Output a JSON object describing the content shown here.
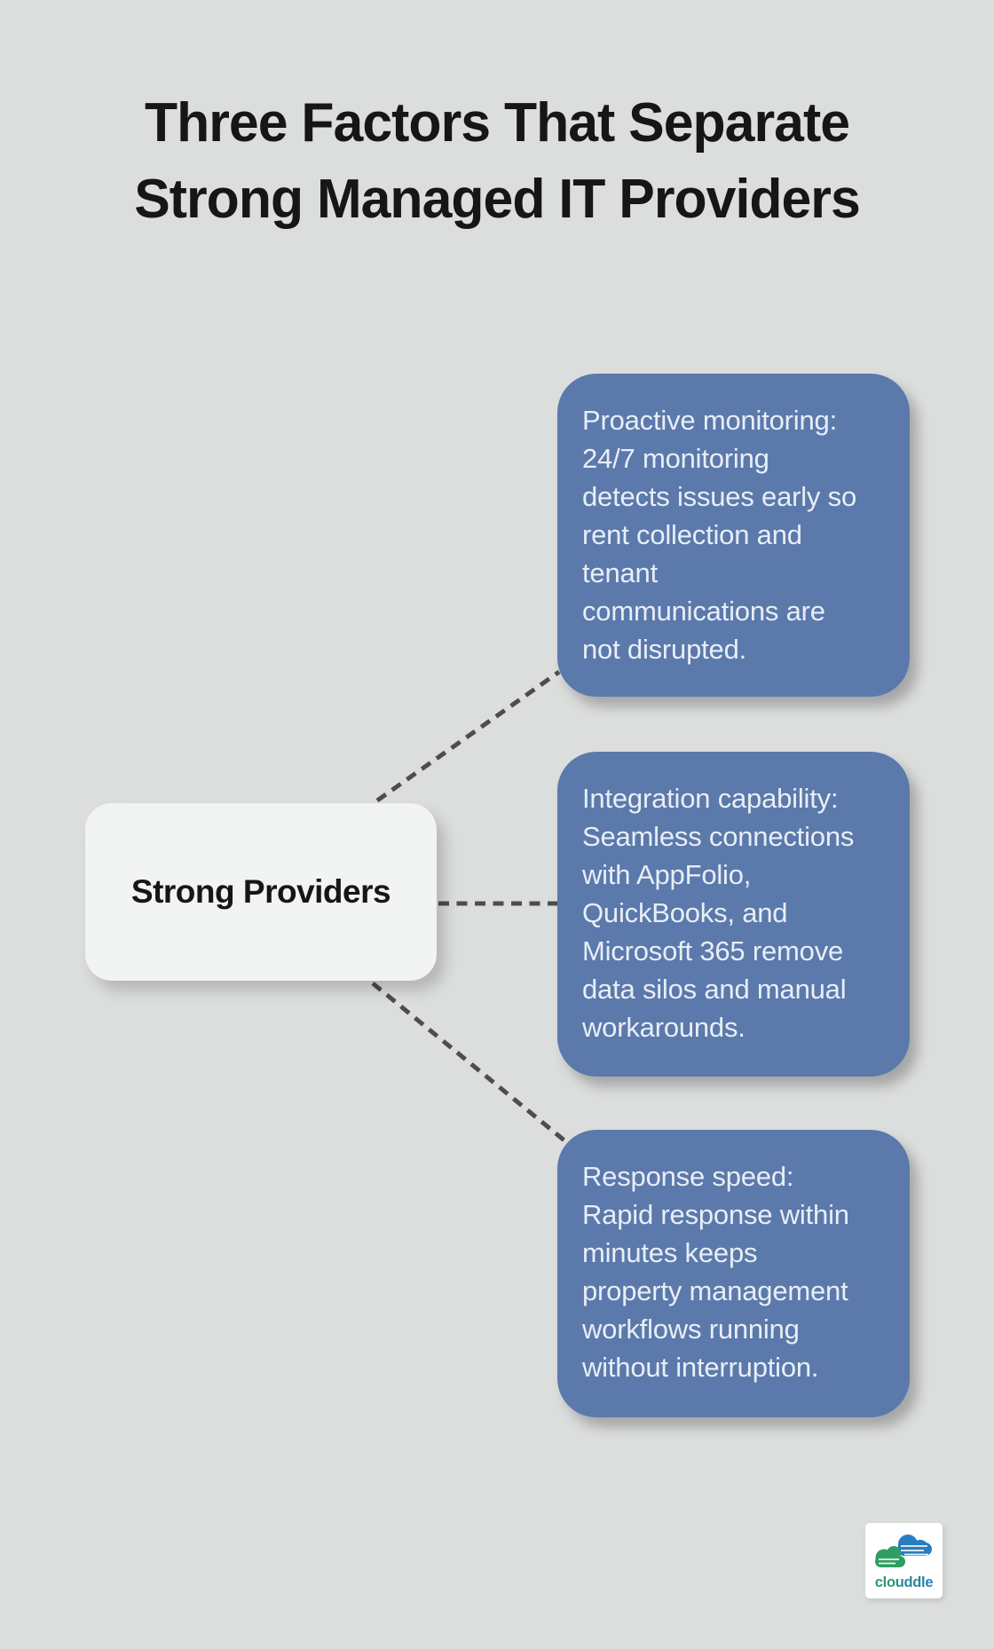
{
  "page": {
    "background_color": "#dcdedd"
  },
  "title": {
    "lines": [
      "Three Factors That Separate",
      "Strong Managed IT Providers"
    ],
    "color": "#161616"
  },
  "center_node": {
    "label": "Strong Providers",
    "background_color": "#f2f3f3",
    "text_color": "#161616"
  },
  "cards": {
    "background_color": "#5b79ab",
    "text_color": "#e8eef6",
    "items": [
      {
        "name": "proactive-monitoring",
        "lines": [
          "Proactive monitoring:",
          "24/7 monitoring",
          "detects issues early so",
          "rent collection and",
          "tenant",
          "communications are",
          "not disrupted."
        ]
      },
      {
        "name": "integration-capability",
        "lines": [
          "Integration capability:",
          "Seamless connections",
          "with AppFolio,",
          "QuickBooks, and",
          "Microsoft 365 remove",
          "data silos and manual",
          "workarounds."
        ]
      },
      {
        "name": "response-speed",
        "lines": [
          "Response speed:",
          "Rapid response within",
          "minutes keeps",
          "property management",
          "workflows running",
          "without interruption."
        ]
      }
    ]
  },
  "connectors": {
    "color": "#4d4d4d",
    "style": "dashed"
  },
  "logo": {
    "text": "clouddle",
    "cloud_green_color": "#2e9e62",
    "cloud_blue_color": "#2a7cc0",
    "background_color": "#ffffff"
  }
}
